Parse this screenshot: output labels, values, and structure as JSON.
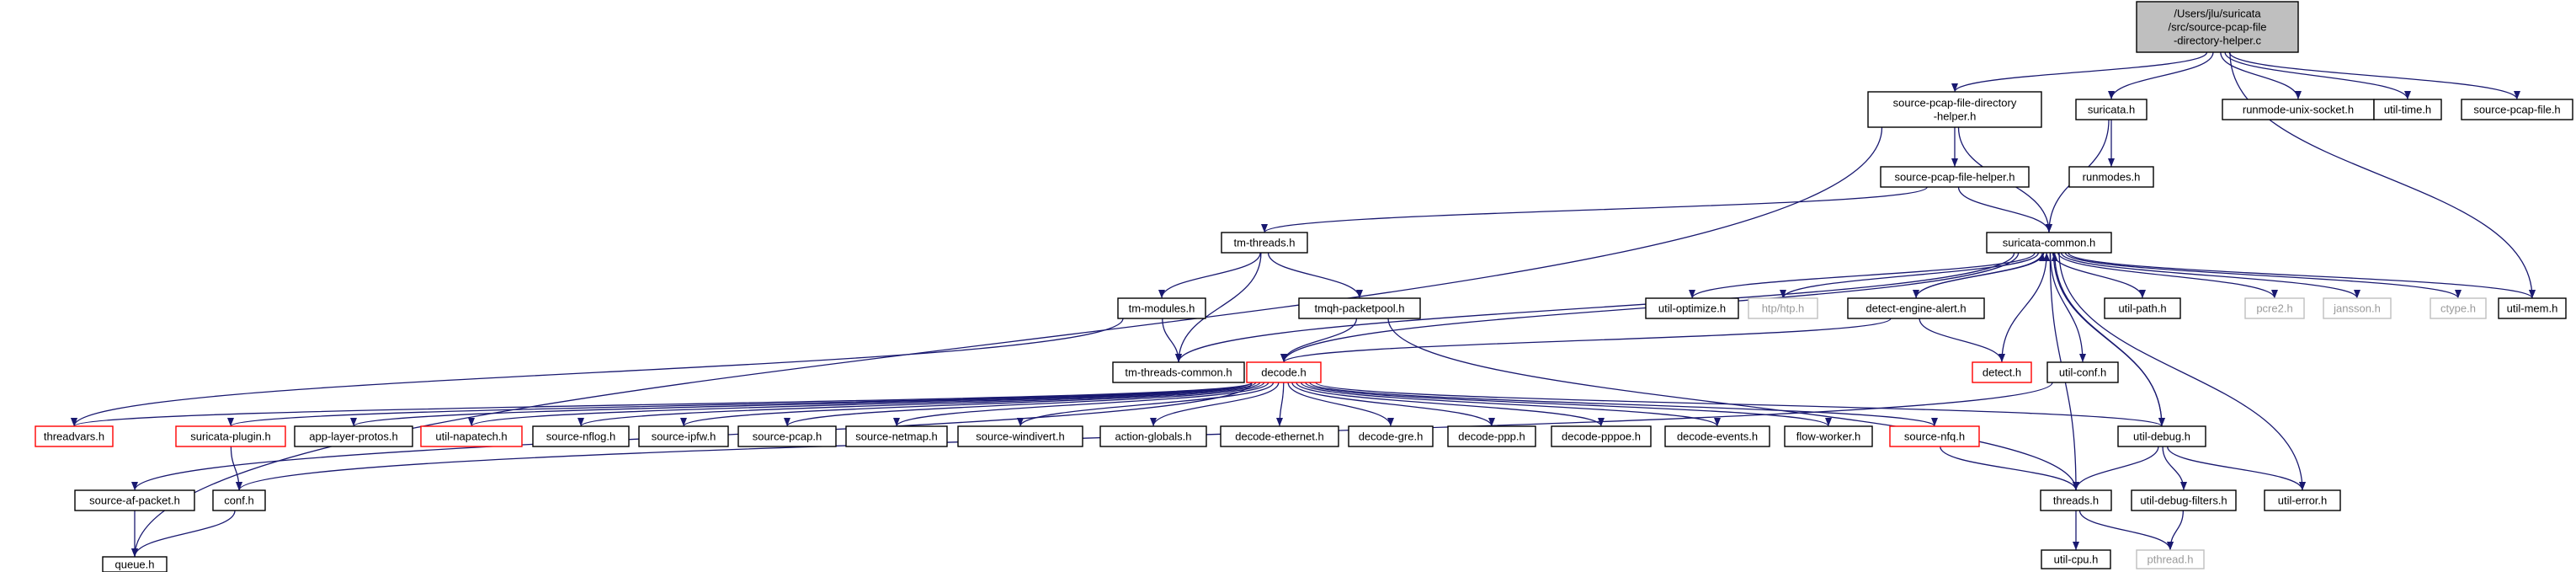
{
  "colors": {
    "edge": "#191970",
    "node_border": "#000000",
    "node_border_red": "#ff0000",
    "node_border_grey": "#bfbfbf",
    "root_fill": "#bfbfbf",
    "text": "#000000",
    "text_grey": "#9a9a9a"
  },
  "graph": {
    "nodes": [
      {
        "id": "root",
        "lines": [
          "/Users/jlu/suricata",
          "/src/source-pcap-file",
          "-directory-helper.c"
        ],
        "style": "root"
      },
      {
        "id": "spfdh",
        "lines": [
          "source-pcap-file-directory",
          "-helper.h"
        ],
        "style": "normal"
      },
      {
        "id": "suricata_h",
        "lines": [
          "suricata.h"
        ],
        "style": "normal"
      },
      {
        "id": "runmode_unix",
        "lines": [
          "runmode-unix-socket.h"
        ],
        "style": "normal"
      },
      {
        "id": "util_time",
        "lines": [
          "util-time.h"
        ],
        "style": "normal"
      },
      {
        "id": "spf_h",
        "lines": [
          "source-pcap-file.h"
        ],
        "style": "normal"
      },
      {
        "id": "runmodes",
        "lines": [
          "runmodes.h"
        ],
        "style": "normal"
      },
      {
        "id": "spfh",
        "lines": [
          "source-pcap-file-helper.h"
        ],
        "style": "normal"
      },
      {
        "id": "tm_threads",
        "lines": [
          "tm-threads.h"
        ],
        "style": "normal"
      },
      {
        "id": "sc_common",
        "lines": [
          "suricata-common.h"
        ],
        "style": "normal"
      },
      {
        "id": "tm_modules",
        "lines": [
          "tm-modules.h"
        ],
        "style": "normal"
      },
      {
        "id": "tmqh",
        "lines": [
          "tmqh-packetpool.h"
        ],
        "style": "normal"
      },
      {
        "id": "util_optimize",
        "lines": [
          "util-optimize.h"
        ],
        "style": "normal"
      },
      {
        "id": "htp",
        "lines": [
          "htp/htp.h"
        ],
        "style": "grey"
      },
      {
        "id": "detect_alert",
        "lines": [
          "detect-engine-alert.h"
        ],
        "style": "normal"
      },
      {
        "id": "util_path",
        "lines": [
          "util-path.h"
        ],
        "style": "normal"
      },
      {
        "id": "pcre2",
        "lines": [
          "pcre2.h"
        ],
        "style": "grey"
      },
      {
        "id": "jansson",
        "lines": [
          "jansson.h"
        ],
        "style": "grey"
      },
      {
        "id": "ctype",
        "lines": [
          "ctype.h"
        ],
        "style": "grey"
      },
      {
        "id": "util_mem",
        "lines": [
          "util-mem.h"
        ],
        "style": "normal"
      },
      {
        "id": "tm_common",
        "lines": [
          "tm-threads-common.h"
        ],
        "style": "normal"
      },
      {
        "id": "decode",
        "lines": [
          "decode.h"
        ],
        "style": "red"
      },
      {
        "id": "detect",
        "lines": [
          "detect.h"
        ],
        "style": "red"
      },
      {
        "id": "util_conf",
        "lines": [
          "util-conf.h"
        ],
        "style": "normal"
      },
      {
        "id": "threadvars",
        "lines": [
          "threadvars.h"
        ],
        "style": "red"
      },
      {
        "id": "plugin",
        "lines": [
          "suricata-plugin.h"
        ],
        "style": "red"
      },
      {
        "id": "alp",
        "lines": [
          "app-layer-protos.h"
        ],
        "style": "normal"
      },
      {
        "id": "napatech",
        "lines": [
          "util-napatech.h"
        ],
        "style": "red"
      },
      {
        "id": "nflog",
        "lines": [
          "source-nflog.h"
        ],
        "style": "normal"
      },
      {
        "id": "ipfw",
        "lines": [
          "source-ipfw.h"
        ],
        "style": "normal"
      },
      {
        "id": "spcap",
        "lines": [
          "source-pcap.h"
        ],
        "style": "normal"
      },
      {
        "id": "netmap",
        "lines": [
          "source-netmap.h"
        ],
        "style": "normal"
      },
      {
        "id": "windivert",
        "lines": [
          "source-windivert.h"
        ],
        "style": "normal"
      },
      {
        "id": "action",
        "lines": [
          "action-globals.h"
        ],
        "style": "normal"
      },
      {
        "id": "d_eth",
        "lines": [
          "decode-ethernet.h"
        ],
        "style": "normal"
      },
      {
        "id": "d_gre",
        "lines": [
          "decode-gre.h"
        ],
        "style": "normal"
      },
      {
        "id": "d_ppp",
        "lines": [
          "decode-ppp.h"
        ],
        "style": "normal"
      },
      {
        "id": "d_pppoe",
        "lines": [
          "decode-pppoe.h"
        ],
        "style": "normal"
      },
      {
        "id": "d_events",
        "lines": [
          "decode-events.h"
        ],
        "style": "normal"
      },
      {
        "id": "flow_worker",
        "lines": [
          "flow-worker.h"
        ],
        "style": "normal"
      },
      {
        "id": "nfq",
        "lines": [
          "source-nfq.h"
        ],
        "style": "red"
      },
      {
        "id": "util_debug",
        "lines": [
          "util-debug.h"
        ],
        "style": "normal"
      },
      {
        "id": "af_packet",
        "lines": [
          "source-af-packet.h"
        ],
        "style": "normal"
      },
      {
        "id": "conf",
        "lines": [
          "conf.h"
        ],
        "style": "normal"
      },
      {
        "id": "threads",
        "lines": [
          "threads.h"
        ],
        "style": "normal"
      },
      {
        "id": "debug_filters",
        "lines": [
          "util-debug-filters.h"
        ],
        "style": "normal"
      },
      {
        "id": "util_error",
        "lines": [
          "util-error.h"
        ],
        "style": "normal"
      },
      {
        "id": "queue",
        "lines": [
          "queue.h"
        ],
        "style": "normal"
      },
      {
        "id": "util_cpu",
        "lines": [
          "util-cpu.h"
        ],
        "style": "normal"
      },
      {
        "id": "pthread",
        "lines": [
          "pthread.h"
        ],
        "style": "grey"
      }
    ],
    "edges": [
      [
        "root",
        "spfdh"
      ],
      [
        "root",
        "suricata_h"
      ],
      [
        "root",
        "runmode_unix"
      ],
      [
        "root",
        "util_time"
      ],
      [
        "root",
        "spf_h"
      ],
      [
        "root",
        "util_mem"
      ],
      [
        "spfdh",
        "spfh"
      ],
      [
        "spfdh",
        "sc_common"
      ],
      [
        "spfdh",
        "queue"
      ],
      [
        "suricata_h",
        "runmodes"
      ],
      [
        "suricata_h",
        "sc_common"
      ],
      [
        "spfh",
        "tm_threads"
      ],
      [
        "spfh",
        "sc_common"
      ],
      [
        "tm_threads",
        "tm_modules"
      ],
      [
        "tm_threads",
        "tmqh"
      ],
      [
        "tm_threads",
        "tm_common"
      ],
      [
        "tm_modules",
        "tm_common"
      ],
      [
        "tm_modules",
        "threadvars"
      ],
      [
        "tmqh",
        "decode"
      ],
      [
        "tmqh",
        "threads"
      ],
      [
        "sc_common",
        "util_optimize"
      ],
      [
        "sc_common",
        "htp"
      ],
      [
        "sc_common",
        "detect_alert"
      ],
      [
        "sc_common",
        "util_path"
      ],
      [
        "sc_common",
        "pcre2"
      ],
      [
        "sc_common",
        "jansson"
      ],
      [
        "sc_common",
        "ctype"
      ],
      [
        "sc_common",
        "util_mem"
      ],
      [
        "sc_common",
        "util_conf"
      ],
      [
        "sc_common",
        "util_debug"
      ],
      [
        "sc_common",
        "threads"
      ],
      [
        "sc_common",
        "util_error"
      ],
      [
        "sc_common",
        "tm_common"
      ],
      [
        "sc_common",
        "decode"
      ],
      [
        "detect_alert",
        "sc_common"
      ],
      [
        "detect_alert",
        "decode"
      ],
      [
        "detect_alert",
        "detect"
      ],
      [
        "detect",
        "sc_common"
      ],
      [
        "util_conf",
        "conf"
      ],
      [
        "util_debug",
        "sc_common"
      ],
      [
        "util_debug",
        "threads"
      ],
      [
        "util_debug",
        "debug_filters"
      ],
      [
        "util_debug",
        "util_error"
      ],
      [
        "decode",
        "threadvars"
      ],
      [
        "decode",
        "plugin"
      ],
      [
        "decode",
        "alp"
      ],
      [
        "decode",
        "napatech"
      ],
      [
        "decode",
        "nflog"
      ],
      [
        "decode",
        "ipfw"
      ],
      [
        "decode",
        "spcap"
      ],
      [
        "decode",
        "netmap"
      ],
      [
        "decode",
        "windivert"
      ],
      [
        "decode",
        "action"
      ],
      [
        "decode",
        "d_eth"
      ],
      [
        "decode",
        "d_gre"
      ],
      [
        "decode",
        "d_ppp"
      ],
      [
        "decode",
        "d_pppoe"
      ],
      [
        "decode",
        "d_events"
      ],
      [
        "decode",
        "flow_worker"
      ],
      [
        "decode",
        "nfq"
      ],
      [
        "decode",
        "util_debug"
      ],
      [
        "decode",
        "af_packet"
      ],
      [
        "plugin",
        "conf"
      ],
      [
        "af_packet",
        "queue"
      ],
      [
        "conf",
        "queue"
      ],
      [
        "nfq",
        "threads"
      ],
      [
        "threads",
        "util_cpu"
      ],
      [
        "threads",
        "pthread"
      ],
      [
        "debug_filters",
        "pthread"
      ]
    ]
  }
}
